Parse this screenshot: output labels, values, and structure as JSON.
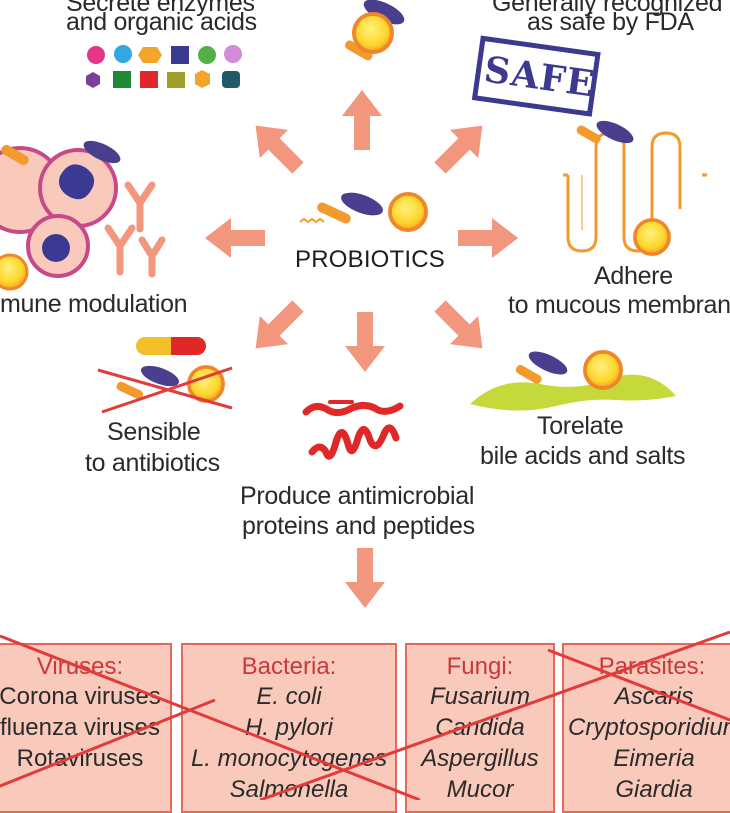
{
  "center_label": "PROBIOTICS",
  "labels": {
    "enzymes": [
      "Secrete enzymes",
      "and organic acids"
    ],
    "fda": [
      "Generally recognized",
      "as safe by FDA"
    ],
    "safe_stamp": "SAFE",
    "immune": "mune modulation",
    "adhere": [
      "Adhere",
      "to mucous membran"
    ],
    "antibiotics": [
      "Sensible",
      "to antibiotics"
    ],
    "bile": [
      "Torelate",
      "bile acids and salts"
    ],
    "antimicrobial": [
      "Produce antimicrobial",
      "proteins and peptides"
    ]
  },
  "pathogens": {
    "viruses": {
      "title": "Viruses:",
      "items": [
        "Corona viruses",
        "fluenza viruses",
        "Rotaviruses"
      ]
    },
    "bacteria": {
      "title": "Bacteria:",
      "items": [
        "E. coli",
        "H. pylori",
        "L. monocytogenes",
        "Salmonella"
      ]
    },
    "fungi": {
      "title": "Fungi:",
      "items": [
        "Fusarium",
        "Candida",
        "Aspergillus",
        "Mucor"
      ]
    },
    "parasites": {
      "title": "Parasites:",
      "items": [
        "Ascaris",
        "Cryptosporidium",
        "Eimeria",
        "Giardia"
      ]
    }
  },
  "colors": {
    "arrow": "#f2977e",
    "box_fill": "#f9c9bb",
    "box_border": "#e36a5a",
    "cross": "#e23b3b",
    "bacterium_yellow": "#fde02e",
    "bacterium_orange": "#f39a2c",
    "rod_blue": "#4a3f8f",
    "bile_green": "#c6d93a",
    "peptide_red": "#e02828",
    "stamp_blue": "#3c3a8e"
  }
}
